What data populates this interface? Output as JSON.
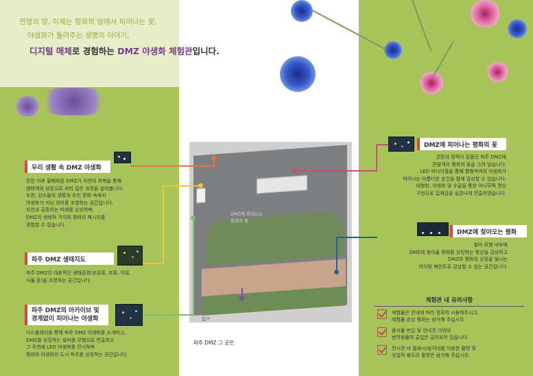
{
  "hero": {
    "line1": "전쟁의 땅, 이제는 평화의 땅에서 피어나는 꽃,",
    "line2": "야생화가 들려주는 생명의 이야기,",
    "line3_accent": "디지털 매체",
    "line3_rest": "로 경험하는 ",
    "line3_accent2": "DMZ 야생화 체험관",
    "line3_end": "입니다."
  },
  "left": {
    "section1": {
      "title": "우리 생활 속 DMZ 야생화",
      "body": "정전 이후 황폐화된 DMZ가 자연의 회복을 통해\n생태계의 상징으로 자리 잡은 과정을 살펴봅니다.\n또한, 선조들의 생활과 우리 문화 속에서\n야생화가 지닌 의미를 조명하는 공간입니다.\n자연과 공존하는 미래를 상상하며,\nDMZ의 생태적 가치와 평화의 메시지를\n경험할 수 있습니다."
    },
    "section2": {
      "title": "파주 DMZ 생태지도",
      "body": "파주 DMZ의 대표적인 생태환경(포유류, 조류, 어류,\n식물 등)을 조명하는 공간입니다."
    },
    "section3": {
      "title_line1": "파주 DMZ의 아카이브 및",
      "title_line2": "경계없이 피어나는 야생화",
      "body": "디스플레이를 통해 파주 DMZ 야생화를 소개하고,\nDMZ를 상징하는 철마를 모형으로 연출하고\n그 주변에 LED 야생화를 전시하며\n평화와 야생화의 도시 파주를 상징하는 공간입니다."
    }
  },
  "map": {
    "entrance_label": "입구",
    "overlay_text": "DMZ에 피어나는\n평화의 꽃",
    "tag": "파주 DMZ 그 곳은"
  },
  "right": {
    "section1": {
      "title": "DMZ에 피어나는 평화의 꽃",
      "body": "긴장과 정적이 감돌던 파주 DMZ에\n관람객이 평화의 꽃을 그려 넣습니다.\nLED 미디어월을 통해 형형색색의 야생화가\n피어나는 아름다운 순간을 함께 감상할 수 있습니다.\n대형창, 야생화 및 수달을 통한 아나모픽 영상\n구현으로 입체감을 실감나게 연출하였습니다."
    },
    "section2": {
      "title": "DMZ에 찾아오는 평화",
      "body": "철마 모형 내부에\nDMZ에 찾아올 평화를 상징하는 영상을 감상하고\nDMZ와 평화의 상징을 빛나는\n라이팅 페인트로 감상할 수 있는 공간입니다."
    },
    "caution": {
      "title": "체험관 내 유의사항",
      "items": [
        "체험물은 안내에 따라 정확히 사용해주시고,\n체험물 손상 행위는 삼가해 주십시오.",
        "음식물 반입 및 안내견 이외의\n반려동물의 출입은 금지되어 있습니다.",
        "전시관 내 플래시/삼각대를 이용한 촬영 및\n상업적 용도의 촬영은 삼가해 주십시오."
      ]
    }
  },
  "colors": {
    "panel_green": "#a9c35b",
    "accent_red": "#d94a35",
    "accent_purple": "#7a3a8c",
    "line_orange": "#e3734a",
    "line_yellow": "#f0c43a",
    "line_purple": "#7a4fb0",
    "line_pink": "#c4506e",
    "line_blue": "#2f5d8c"
  }
}
